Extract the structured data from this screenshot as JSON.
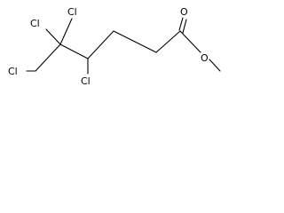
{
  "molecule": {
    "atoms": {
      "cl_top": "Cl",
      "cl_upper_left": "Cl",
      "cl_lower_left": "Cl",
      "cl_middle": "Cl",
      "oxygen_carbonyl": "O",
      "oxygen_ester": "O"
    }
  }
}
